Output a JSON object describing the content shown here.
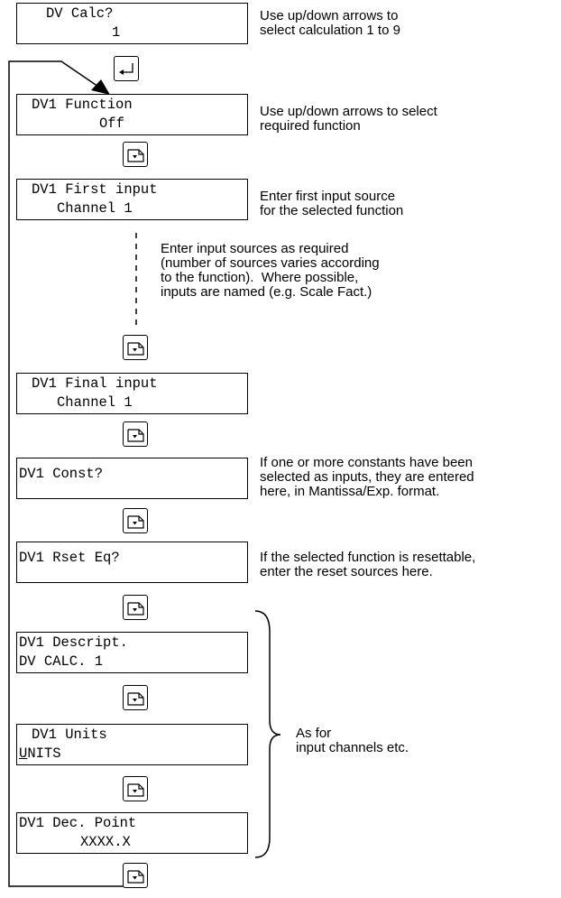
{
  "displays": [
    {
      "id": "dv-calc",
      "line1": "DV Calc?",
      "line2": "1"
    },
    {
      "id": "dv1-function",
      "line1": "DV1 Function",
      "line2": "Off"
    },
    {
      "id": "dv1-first-input",
      "line1": "DV1 First input",
      "line2": "Channel 1"
    },
    {
      "id": "dv1-final-input",
      "line1": "DV1 Final input",
      "line2": "Channel 1"
    },
    {
      "id": "dv1-const",
      "line1": "DV1 Const?",
      "line2": ""
    },
    {
      "id": "dv1-rset-eq",
      "line1": "DV1 Rset Eq?",
      "line2": ""
    },
    {
      "id": "dv1-descript",
      "line1": "DV1 Descript.",
      "line2": "DV CALC. 1"
    },
    {
      "id": "dv1-units",
      "line1": "DV1 Units",
      "line2_first": "U",
      "line2_rest": "NITS"
    },
    {
      "id": "dv1-dec-point",
      "line1": "DV1 Dec. Point",
      "line2": "XXXX.X"
    }
  ],
  "notes": {
    "calc": "Use up/down arrows to\nselect calculation 1 to 9",
    "function": "Use up/down arrows to select\nrequired function",
    "first_input": "Enter first input source\nfor the selected function",
    "sources": "Enter input sources as required\n(number of sources varies according\nto the function).  Where possible,\ninputs are named (e.g. Scale Fact.)",
    "const": "If one or more constants have been\nselected as inputs, they are entered\nhere, in Mantissa/Exp. format.",
    "rset": "If the selected function is resettable,\nenter the reset sources here.",
    "as_for": "As for\ninput channels etc."
  }
}
